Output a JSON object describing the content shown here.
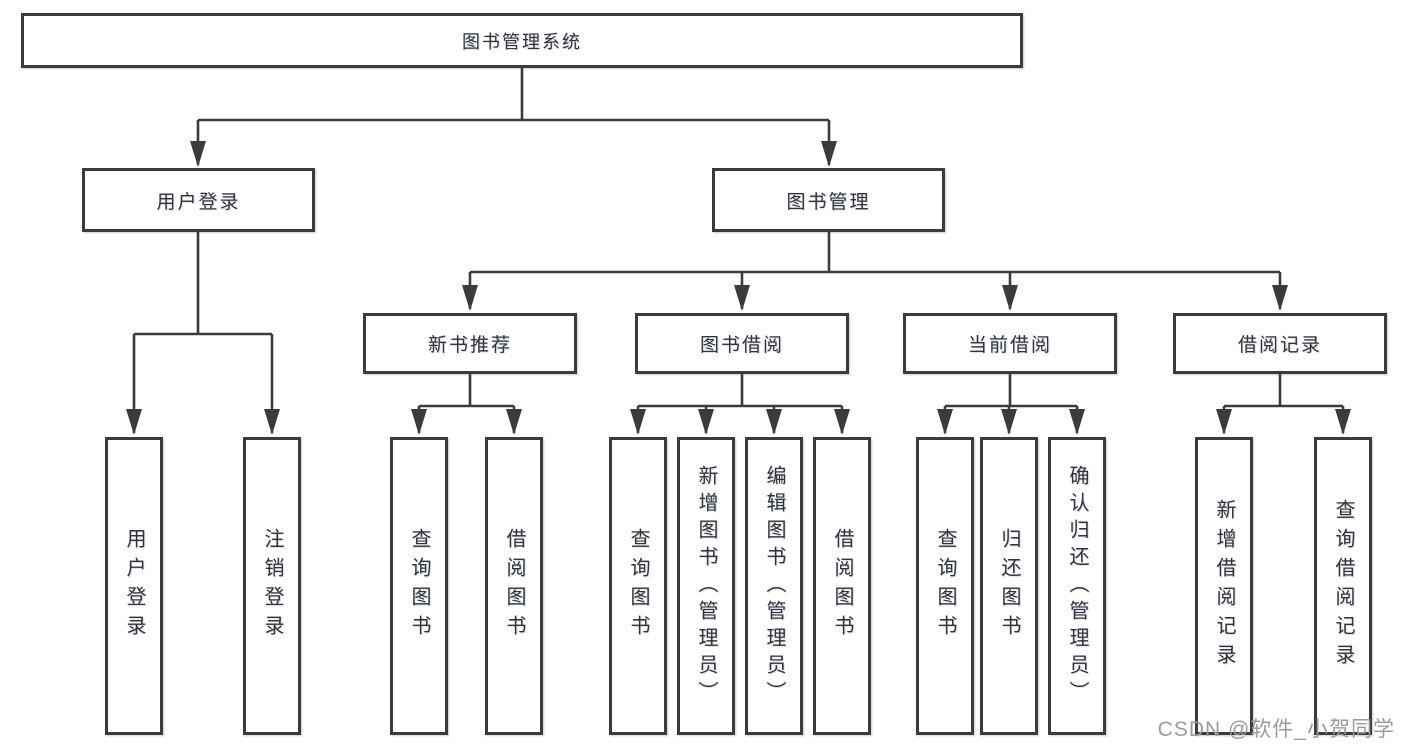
{
  "colors": {
    "line": "#3b3b3b",
    "text": "#333333",
    "watermark_text_color": "#9b9b9b",
    "background": "#ffffff"
  },
  "nodes": {
    "root": "图书管理系统",
    "level2": [
      "用户登录",
      "图书管理"
    ],
    "level3": [
      "新书推荐",
      "图书借阅",
      "当前借阅",
      "借阅记录"
    ],
    "leaves": {
      "user_login": [
        "用户登录",
        "注销登录"
      ],
      "new_book_recommend": [
        "查询图书",
        "借阅图书"
      ],
      "book_borrow": [
        "查询图书",
        "新增图书（管理员）",
        "编辑图书（管理员）",
        "借阅图书"
      ],
      "current_borrow": [
        "查询图书",
        "归还图书",
        "确认归还（管理员）"
      ],
      "borrow_record": [
        "新增借阅记录",
        "查询借阅记录"
      ]
    }
  },
  "watermark": {
    "text": "CSDN @软件_小贺同学"
  }
}
